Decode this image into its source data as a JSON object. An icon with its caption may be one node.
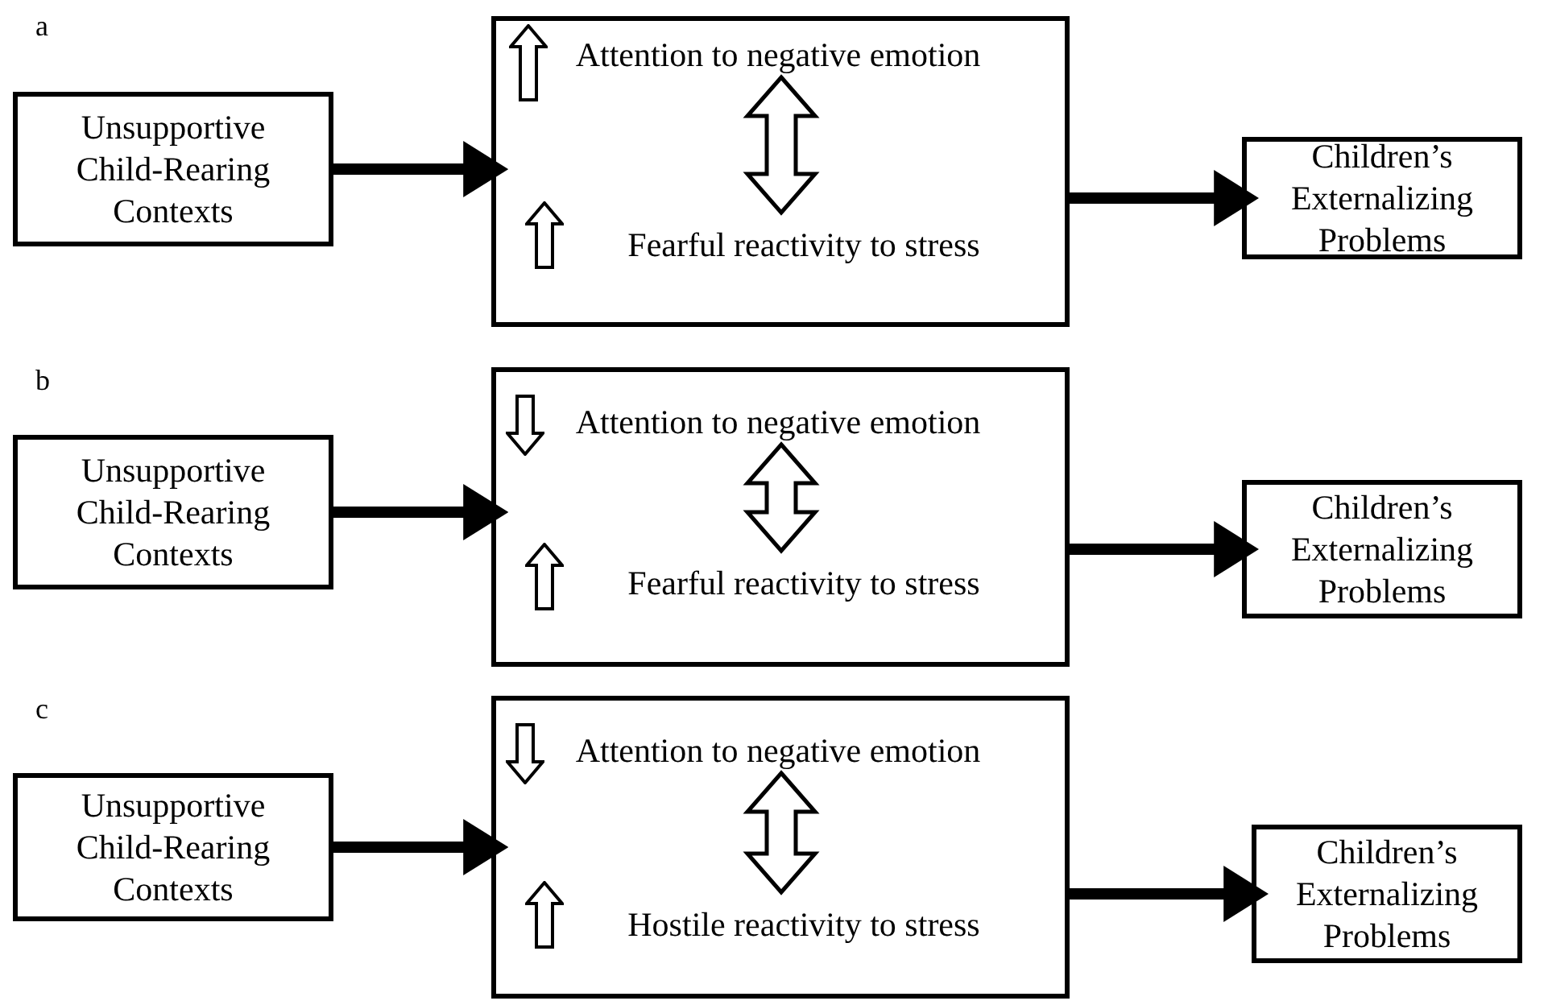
{
  "diagram": {
    "nodes": [
      {
        "text": [
          "Unsupportive Child-Rearing Contexts"
        ]
      },
      {
        "text": [],
        "shape": "box"
      },
      {
        "text": [
          "Attention to negative emotion"
        ],
        "in": 1
      },
      {
        "text": [
          "Fearful reactivity to stress"
        ],
        "in": 1
      },
      {
        "text": [
          "Children’s Externalizing Problems"
        ]
      },
      {
        "text": [
          "Unsupportive Child-Rearing Contexts"
        ]
      },
      {
        "text": [],
        "shape": "box"
      },
      {
        "text": [
          "Attention to negative emotion"
        ],
        "in": 6
      },
      {
        "text": [
          "Fearful reactivity to stress"
        ],
        "in": 6
      },
      {
        "text": [
          "Children’s Externalizing Problems"
        ]
      },
      {
        "text": [
          "Unsupportive Child-Rearing Contexts"
        ]
      },
      {
        "text": [],
        "shape": "box"
      },
      {
        "text": [
          "Attention to negative emotion"
        ],
        "in": 11
      },
      {
        "text": [
          "Hostile reactivity to stress"
        ],
        "in": 11
      },
      {
        "text": [
          "Children’s Externalizing Problems"
        ]
      }
    ],
    "edges": [
      {
        "from": 0,
        "to": 1,
        "arrow": "to"
      },
      {
        "from": 2,
        "to": 3,
        "arrow": "both"
      },
      {
        "from": 1,
        "to": 4,
        "arrow": "to"
      },
      {
        "from": 5,
        "to": 6,
        "arrow": "to"
      },
      {
        "from": 7,
        "to": 8,
        "arrow": "both"
      },
      {
        "from": 6,
        "to": 9,
        "arrow": "to"
      },
      {
        "from": 10,
        "to": 11,
        "arrow": "to"
      },
      {
        "from": 12,
        "to": 13,
        "arrow": "both"
      },
      {
        "from": 11,
        "to": 14,
        "arrow": "to"
      }
    ],
    "labels": [
      "a",
      "b",
      "c"
    ]
  }
}
